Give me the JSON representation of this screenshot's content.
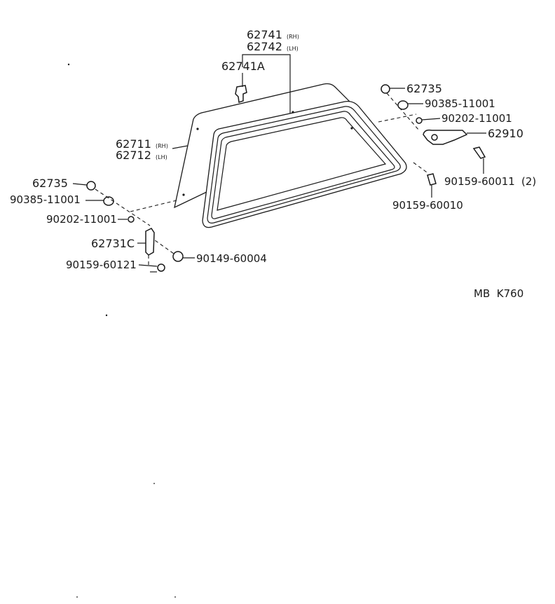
{
  "diagram": {
    "glass_part_rh": "62741",
    "glass_part_rh_side": "(RH)",
    "glass_part_lh": "62742",
    "glass_part_lh_side": "(LH)",
    "retainer": "62741A",
    "panel_rh": "62711",
    "panel_rh_side": "(RH)",
    "panel_lh": "62712",
    "panel_lh_side": "(LH)",
    "right_cap": "62735",
    "right_bushing": "90385-11001",
    "right_washer": "90202-11001",
    "latch": "62910",
    "latch_screw": "90159-60011",
    "latch_screw_qty": "(2)",
    "right_screw": "90159-60010",
    "left_cap": "62735",
    "left_bushing": "90385-11001",
    "left_washer": "90202-11001",
    "hinge": "62731C",
    "hinge_bolt": "90149-60004",
    "hinge_screw": "90159-60121",
    "code": "MB  K760"
  }
}
